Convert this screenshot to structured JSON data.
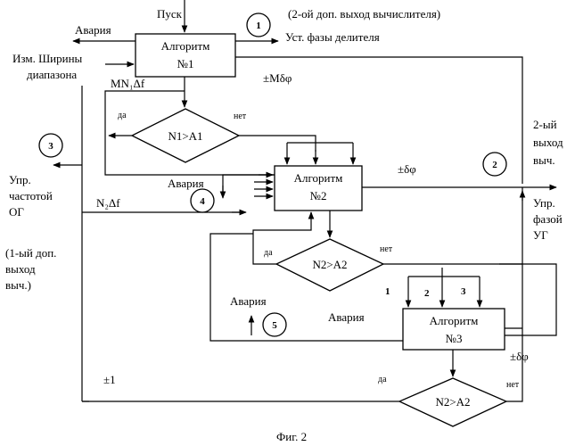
{
  "caption": "Фиг. 2",
  "inputs": {
    "start": "Пуск",
    "width_meas_line1": "Изм. Ширины",
    "width_meas_line2": "диапазона"
  },
  "blocks": {
    "alg1": {
      "line1": "Алгоритм",
      "line2": "№1"
    },
    "alg2": {
      "line1": "Алгоритм",
      "line2": "№2"
    },
    "alg3": {
      "line1": "Алгоритм",
      "line2": "№3"
    }
  },
  "decisions": {
    "d1": "N1>A1",
    "d2": "N2>A2",
    "d3": "N2>A2"
  },
  "labels": {
    "alarm_top": "Авария",
    "alarm_mid": "Авария",
    "alarm_left": "Авария",
    "alarm_low": "Авария",
    "comp_out2": "(2-ой доп. выход вычислителя)",
    "divider_phase": "Уст. фазы делителя",
    "mn1df": "MN₁Δf",
    "pm_mdphi": "±Mδφ",
    "yes1": "да",
    "no1": "нет",
    "pm_dphi_1": "±δφ",
    "out2_line1": "2-ый",
    "out2_line2": "выход",
    "out2_line3": "выч.",
    "og_line1": "Упр.",
    "og_line2": "частотой",
    "og_line3": "ОГ",
    "n2df": "N₂Δf",
    "ug_line1": "Упр.",
    "ug_line2": "фазой",
    "ug_line3": "УГ",
    "yes2": "да",
    "no2": "нет",
    "out1_line1": "(1-ый доп.",
    "out1_line2": "выход",
    "out1_line3": "выч.)",
    "in1": "1",
    "in2": "2",
    "in3": "3",
    "pm_dphi_2": "±δφ",
    "pm1": "±1",
    "yes3": "да",
    "no3": "нет"
  },
  "circles": [
    "1",
    "2",
    "3",
    "4",
    "5"
  ]
}
